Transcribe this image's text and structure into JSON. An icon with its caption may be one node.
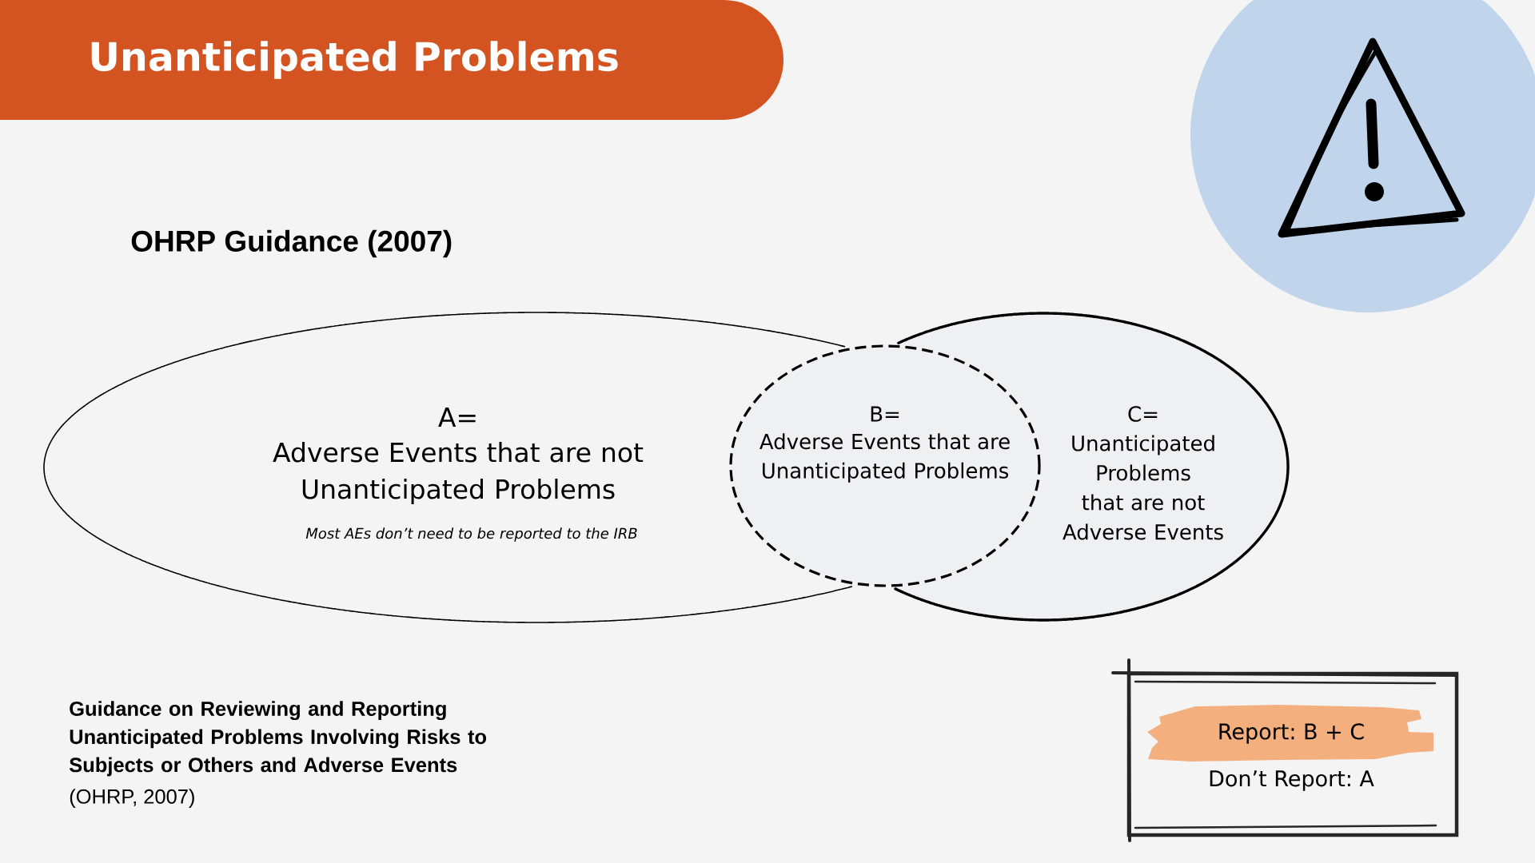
{
  "diagram": {
    "title": "Unanticipated Problems",
    "nodes": [
      {
        "text": [
          "A=",
          "Adverse Events that are not Unanticipated Problems",
          "Most AEs don’t need to be reported to the IRB"
        ]
      },
      {
        "text": [
          "B=",
          "Adverse Events that are Unanticipated Problems"
        ]
      },
      {
        "text": [
          "C=",
          "Unanticipated Problems that are not Adverse Events"
        ]
      },
      {
        "text": [
          "Report: B + C",
          "Don’t Report: A"
        ]
      }
    ],
    "labels": [
      "OHRP Guidance (2007)",
      "Guidance on Reviewing and Reporting Unanticipated Problems Involving Risks to Subjects or Others and Adverse Events",
      "(OHRP, 2007)"
    ]
  }
}
